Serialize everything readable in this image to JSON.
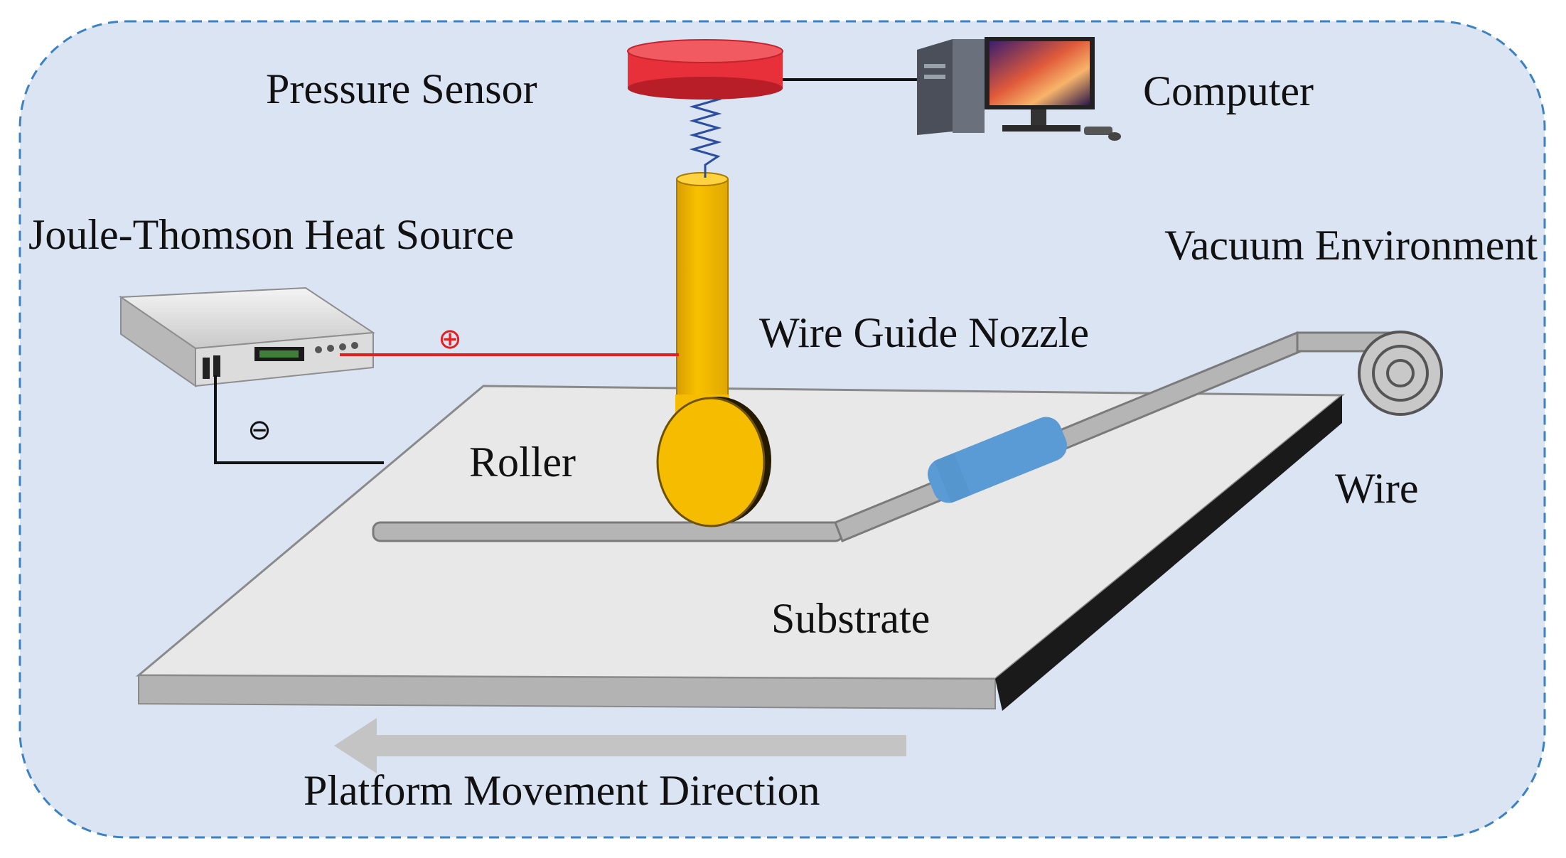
{
  "labels": {
    "pressure_sensor": "Pressure Sensor",
    "computer": "Computer",
    "heat_source": "Joule-Thomson Heat Source",
    "vacuum": "Vacuum Environment",
    "nozzle": "Wire Guide Nozzle",
    "roller": "Roller",
    "wire": "Wire",
    "substrate": "Substrate",
    "movement": "Platform Movement Direction"
  },
  "symbols": {
    "positive": "⊕",
    "negative": "⊖"
  },
  "colors": {
    "background": "#dbe4f3",
    "border": "#3a82c4",
    "sensor": "#e8303a",
    "nozzle": "#f5bc00",
    "positive_wire": "#e81e1e",
    "negative_wire": "#111111",
    "wire_guide": "#5b9bd5",
    "substrate": "#e8e8e8"
  }
}
